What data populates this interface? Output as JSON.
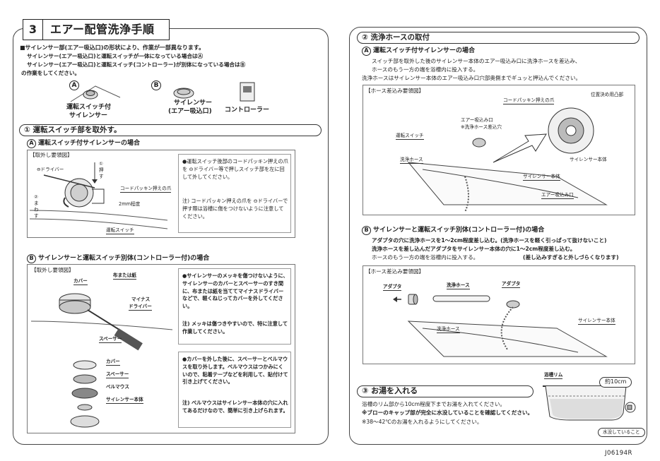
{
  "section": {
    "number": "3",
    "title": "エアー配管洗浄手順"
  },
  "intro": {
    "line1": "■サイレンサー部(エアー吸込口)の形状により、作業が一部異なります。",
    "line2": "サイレンサー(エアー吸込口)と運転スイッチが一体になっている場合はⒶ",
    "line3": "サイレンサー(エアー吸込口)と運転スイッチ(コントローラー)が別体になっている場合はⒷ",
    "line4": "の作業をしてください。"
  },
  "types": {
    "a_letter": "A",
    "a_label1": "運転スイッチ付",
    "a_label2": "サイレンサー",
    "b_letter": "B",
    "b_label1": "サイレンサー",
    "b_label2": "(エアー吸込口)",
    "b_label3": "コントローラー"
  },
  "step1": {
    "title": "① 運転スイッチ部を取外す。",
    "a_heading": "運転スイッチ付サイレンサーの場合",
    "a_box_title": "【取外し要領図】",
    "a_labels": {
      "driver": "⊖ドライバー",
      "push": "① 押す",
      "turn": "② まわす",
      "packing": "コードパッキン押えの爪",
      "depth": "2mm程度",
      "switch": "運転スイッチ"
    },
    "a_note1": "●運転スイッチ後部のコードパッキン押えの爪を ⊖ドライバー等で押しスイッチ部を左に回して外してください。",
    "a_note2": "注) コードパッキン押えの爪を ⊖ドライバーで押す際は浴槽に傷をつけないように注意してください。",
    "b_heading": "サイレンサーと運転スイッチ別体(コントローラー付)の場合",
    "b_box_title": "【取外し要領図】",
    "b_labels": {
      "cover": "カバー",
      "cloth": "布または紙",
      "minus": "マイナス",
      "driver": "ドライバー",
      "spacer": "スペーサー"
    },
    "b_note1": "●サイレンサーのメッキを傷つけないように、サイレンサーのカバーとスペーサーのすき間に、布または紙を当ててマイナスドライバーなどで、軽くねじってカバーを外してください。",
    "b_note2": "注) メッキは傷つきやすいので、特に注意して作業してください。",
    "b_labels2": {
      "cover": "カバー",
      "spacer": "スペーサー",
      "bellmouth": "ベルマウス",
      "body": "サイレンサー本体"
    },
    "b_note3": "●カバーを外した後に、スペーサーとベルマウスを取り外します。ベルマウスはつかみにくいので、粘着テープなどを利用して、貼付けて引き上げてください。",
    "b_note4": "注) ベルマウスはサイレンサー本体の穴に入れてあるだけなので、簡単に引き上げられます。"
  },
  "step2": {
    "title": "② 洗浄ホースの取付",
    "a_heading": "運転スイッチ付サイレンサーの場合",
    "a_text1": "スイッチ部を取外した後のサイレンサー本体のエアー吸込み口に洗浄ホースを差込み、",
    "a_text2": "ホースのもう一方の端を浴槽内に投入する。",
    "a_text3": "洗浄ホースはサイレンサー本体のエアー吸込み口穴部奥側までギュッと押込んでください。",
    "a_box_title": "【ホース差込み要領図】",
    "a_labels": {
      "packing": "コードパッキン押えの爪",
      "positioning": "位置決め用凸部",
      "inlet": "エアー吸込み口",
      "inlet_note": "※洗浄ホース差込穴",
      "switch": "運転スイッチ",
      "hose": "洗浄ホース",
      "body1": "サイレンサー本体",
      "body2": "サイレンサー本体",
      "inlet2": "エアー吸込み口"
    },
    "b_heading": "サイレンサーと運転スイッチ別体(コントローラー付)の場合",
    "b_text1": "アダプタの穴に洗浄ホースを1～2cm程度差し込む。(洗浄ホースを軽く引っぱって抜けないこと)",
    "b_text2": "洗浄ホースを差し込んだアダプタをサイレンサー本体の穴に1～2cm程度差し込む。",
    "b_text3": "(差し込みすぎると外しづらくなります)",
    "b_text4": "ホースのもう一方の端を浴槽内に投入する。",
    "b_box_title": "【ホース差込み要領図】",
    "b_labels": {
      "adapter1": "アダプタ",
      "hose1": "洗浄ホース",
      "adapter2": "アダプタ",
      "hose2": "洗浄ホース",
      "body": "サイレンサー本体"
    }
  },
  "step3": {
    "title": "③ お湯を入れる",
    "text1": "浴槽のリム部から10cm程度下までお湯を入れてください。",
    "text2": "※ブローのキャップ部が完全に水没していることを確認してください。",
    "text3": "※38～42℃のお湯を入れるようにしてください。",
    "rim": "浴槽リム",
    "depth": "約10cm",
    "submerged": "水没していること"
  },
  "doc_code": "J06194R"
}
